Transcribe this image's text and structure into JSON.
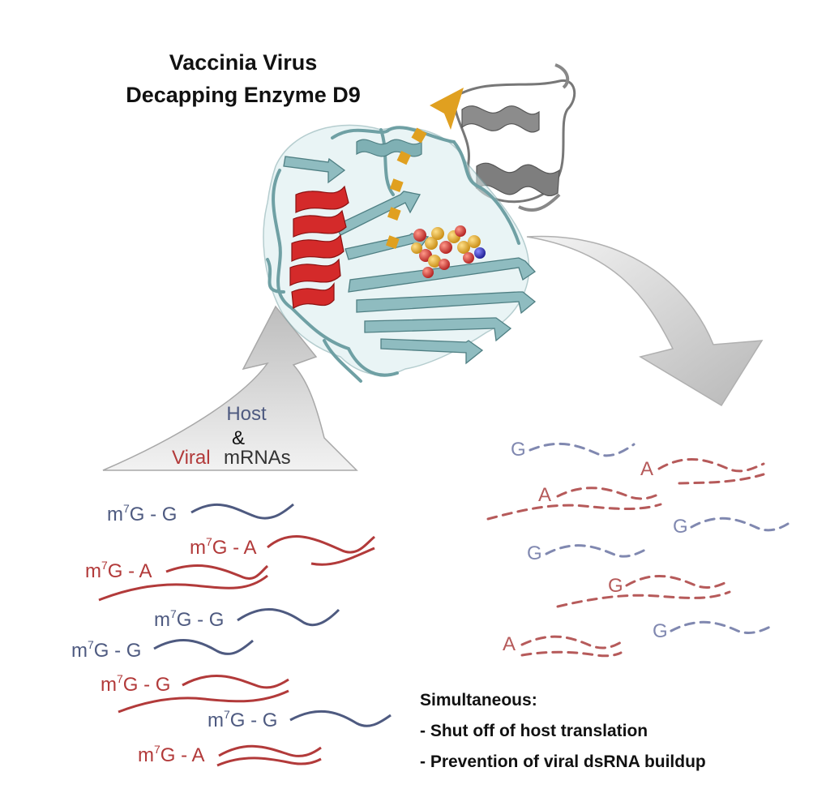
{
  "title": {
    "line1": "Vaccinia Virus",
    "line2": "Decapping Enzyme D9"
  },
  "input_arrow": {
    "host": "Host",
    "amp": "&",
    "viral": "Viral",
    "mrnas": "mRNAs"
  },
  "summary": {
    "heading": "Simultaneous:",
    "line1": "- Shut off of host translation",
    "line2": "- Prevention of viral dsRNA buildup"
  },
  "capped_mrnas": [
    {
      "kind": "host",
      "cap": "m",
      "sup": "7",
      "tail": "G - G"
    },
    {
      "kind": "viral",
      "cap": "m",
      "sup": "7",
      "tail": "G - A"
    },
    {
      "kind": "viral",
      "cap": "m",
      "sup": "7",
      "tail": "G - A"
    },
    {
      "kind": "host",
      "cap": "m",
      "sup": "7",
      "tail": "G - G"
    },
    {
      "kind": "host",
      "cap": "m",
      "sup": "7",
      "tail": "G - G"
    },
    {
      "kind": "viral",
      "cap": "m",
      "sup": "7",
      "tail": "G - G"
    },
    {
      "kind": "host",
      "cap": "m",
      "sup": "7",
      "tail": "G - G"
    },
    {
      "kind": "viral",
      "cap": "m",
      "sup": "7",
      "tail": "G - A"
    }
  ],
  "decapped_mrnas": [
    {
      "kind": "host",
      "base": "G"
    },
    {
      "kind": "viral",
      "base": "A"
    },
    {
      "kind": "viral",
      "base": "A"
    },
    {
      "kind": "host",
      "base": "G"
    },
    {
      "kind": "host",
      "base": "G"
    },
    {
      "kind": "viral",
      "base": "G"
    },
    {
      "kind": "host",
      "base": "G"
    },
    {
      "kind": "viral",
      "base": "A"
    }
  ],
  "colors": {
    "host": "#4e5a80",
    "viral": "#b23a3a",
    "host_light": "#8088b0",
    "viral_light": "#b65a5a",
    "protein": "#8fbcc0",
    "protein_dark": "#5f8f93",
    "helix": "#d42a2a",
    "domain": "#8a8a8a",
    "arrow": "#e0a020",
    "big_arrow": "#cfcfcf"
  }
}
